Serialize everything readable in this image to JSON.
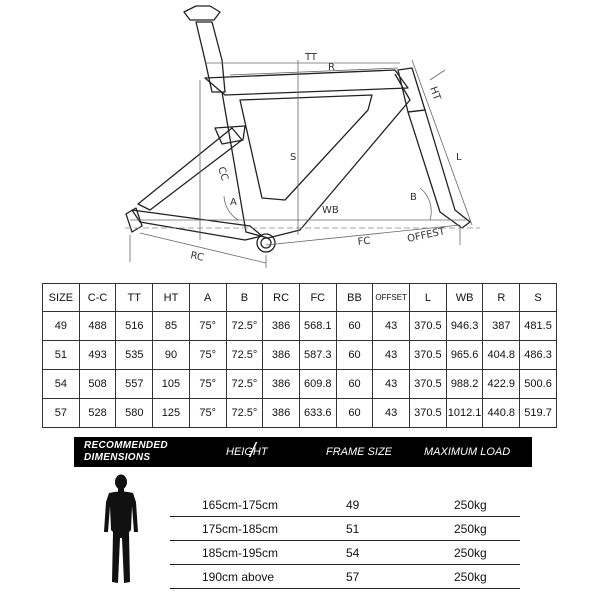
{
  "diagram": {
    "labels": {
      "tt": "TT",
      "r": "R",
      "ht": "HT",
      "s": "S",
      "cc": "CC",
      "a": "A",
      "b": "B",
      "l": "L",
      "wb": "WB",
      "rc": "RC",
      "fc": "FC",
      "offset": "OFFEST"
    }
  },
  "geometry_table": {
    "headers": [
      "SIZE",
      "C-C",
      "TT",
      "HT",
      "A",
      "B",
      "RC",
      "FC",
      "BB",
      "OFFSET",
      "L",
      "WB",
      "R",
      "S"
    ],
    "rows": [
      [
        "49",
        "488",
        "516",
        "85",
        "75°",
        "72.5°",
        "386",
        "568.1",
        "60",
        "43",
        "370.5",
        "946.3",
        "387",
        "481.5"
      ],
      [
        "51",
        "493",
        "535",
        "90",
        "75°",
        "72.5°",
        "386",
        "587.3",
        "60",
        "43",
        "370.5",
        "965.6",
        "404.8",
        "486.3"
      ],
      [
        "54",
        "508",
        "557",
        "105",
        "75°",
        "72.5°",
        "386",
        "609.8",
        "60",
        "43",
        "370.5",
        "988.2",
        "422.9",
        "500.6"
      ],
      [
        "57",
        "528",
        "580",
        "125",
        "75°",
        "72.5°",
        "386",
        "633.6",
        "60",
        "43",
        "370.5",
        "1012.1",
        "440.8",
        "519.7"
      ]
    ]
  },
  "recommended": {
    "title": "RECOMMENDED DIMENSIONS",
    "divider": "/",
    "columns": {
      "height": "HEIGHT",
      "frame_size": "FRAME SIZE",
      "max_load": "MAXIMUM LOAD"
    },
    "rows": [
      {
        "height": "165cm-175cm",
        "frame_size": "49",
        "max_load": "250kg"
      },
      {
        "height": "175cm-185cm",
        "frame_size": "51",
        "max_load": "250kg"
      },
      {
        "height": "185cm-195cm",
        "frame_size": "54",
        "max_load": "250kg"
      },
      {
        "height": "190cm above",
        "frame_size": "57",
        "max_load": "250kg"
      }
    ]
  }
}
